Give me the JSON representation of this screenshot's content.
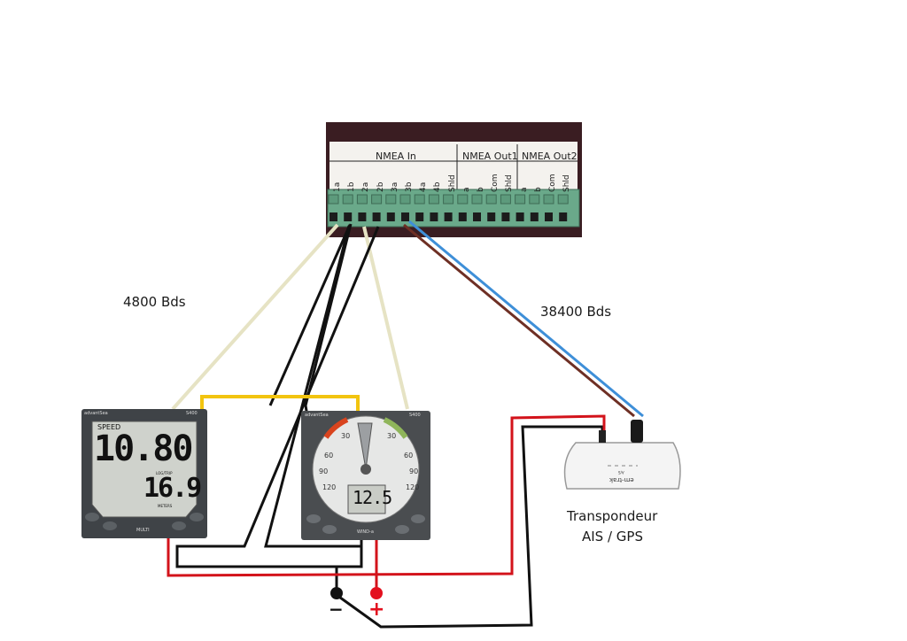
{
  "terminal": {
    "groups": [
      "NMEA In",
      "NMEA Out1",
      "NMEA Out2"
    ],
    "pins": [
      "1a",
      "1b",
      "2a",
      "2b",
      "3a",
      "3b",
      "4a",
      "4b",
      "Shld",
      "a",
      "b",
      "Com",
      "Shld",
      "a",
      "b",
      "Com",
      "Shld"
    ]
  },
  "labels": {
    "speed_in": "4800 Bds",
    "speed_out": "38400 Bds",
    "transponder_line1": "Transpondeur",
    "transponder_line2": "AIS / GPS"
  },
  "instruments": {
    "multi": {
      "brand": "advantSea",
      "model": "S400",
      "mode": "SPEED",
      "main_value": "10.80",
      "sub_value": "16.9",
      "sub_label_top": "LOG/TRIP",
      "sub_label_bottom": "METERS",
      "name": "MULTI"
    },
    "wind": {
      "brand": "advantSea",
      "model": "S400",
      "value": "12.5",
      "name": "WIND-a",
      "ticks": [
        "30",
        "60",
        "90",
        "120",
        "30",
        "60",
        "90",
        "120"
      ]
    },
    "transponder": {
      "brand": "em-trak",
      "sub": "A/S"
    }
  },
  "power": {
    "negative": "−",
    "positive": "+"
  },
  "colors": {
    "signal_wire": "#e6e3c4",
    "ground_wire": "#111111",
    "positive_wire": "#d3131b",
    "yellow_wire": "#f2c40f",
    "blue_wire": "#3e8fd8",
    "brown_wire": "#6e2f24",
    "terminal_green": "#6aa98a"
  }
}
